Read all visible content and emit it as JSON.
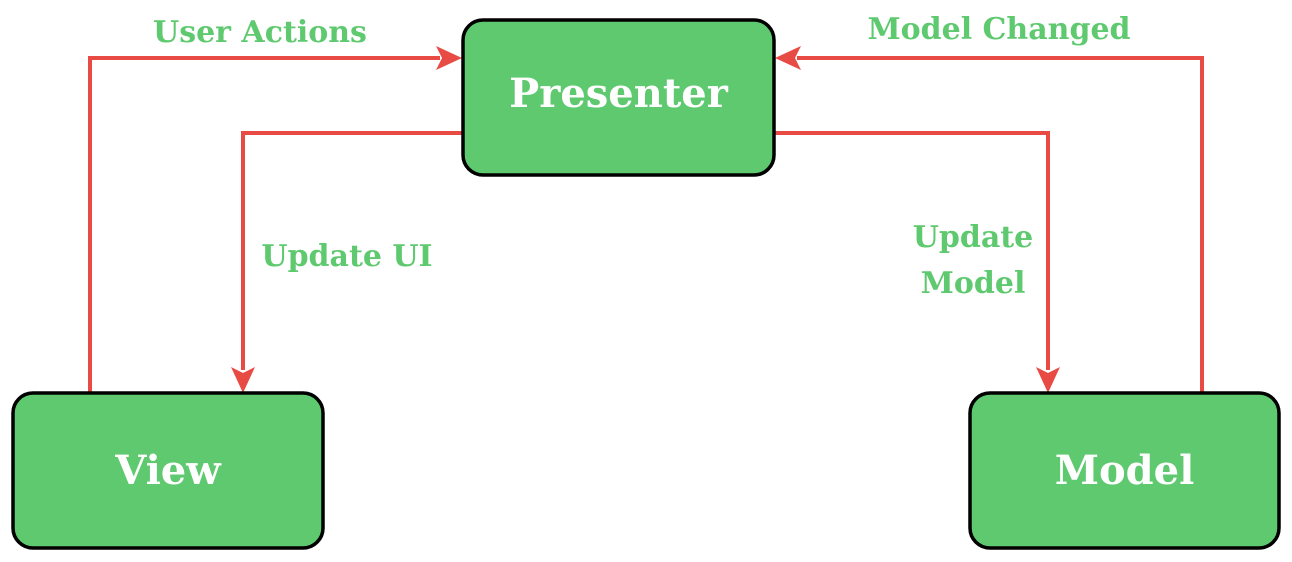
{
  "nodes": {
    "presenter": "Presenter",
    "view": "View",
    "model": "Model"
  },
  "edges": {
    "user_actions": "User Actions",
    "model_changed": "Model Changed",
    "update_ui": "Update UI",
    "update_model_line1": "Update",
    "update_model_line2": "Model"
  },
  "colors": {
    "node_fill": "#5ec96f",
    "node_border": "#000000",
    "node_text": "#ffffff",
    "arrow": "#e84b43",
    "edge_label": "#5ec96f"
  }
}
